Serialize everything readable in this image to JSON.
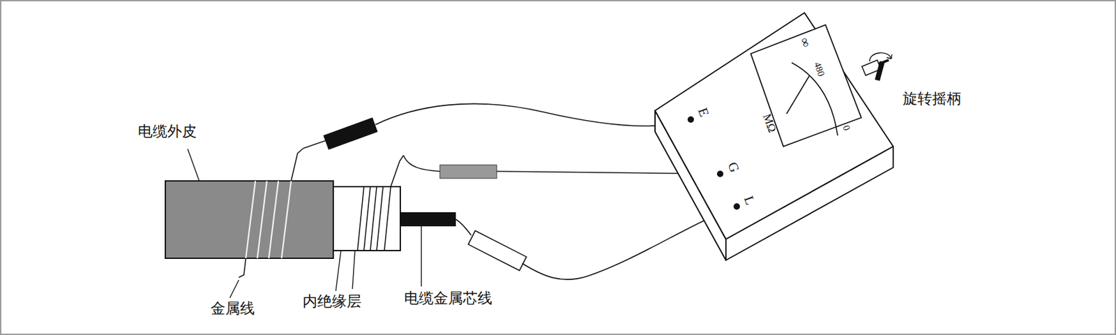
{
  "diagram": {
    "labels": [
      "电缆外皮",
      "金属线",
      "内绝缘层",
      "电缆金属芯线",
      "E",
      "G",
      "L",
      "∞",
      "480",
      "0",
      "MΩ",
      "旋转摇柄"
    ]
  }
}
